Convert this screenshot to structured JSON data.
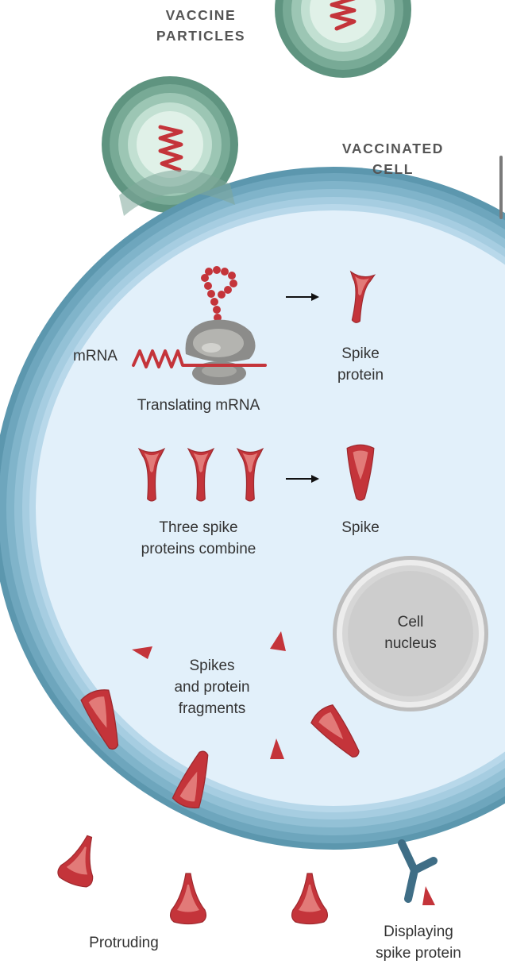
{
  "labels": {
    "vaccine_particles": [
      "VACCINE",
      "PARTICLES"
    ],
    "vaccinated_cell": [
      "VACCINATED",
      "CELL"
    ],
    "mrna": "mRNA",
    "translating_mrna": "Translating mRNA",
    "spike_protein": [
      "Spike",
      "protein"
    ],
    "three_spike_proteins": [
      "Three spike",
      "proteins combine"
    ],
    "spike": "Spike",
    "cell_nucleus": [
      "Cell",
      "nucleus"
    ],
    "spikes_fragments": [
      "Spikes",
      "and protein",
      "fragments"
    ],
    "protruding": "Protruding",
    "displaying": [
      "Displaying",
      "spike protein"
    ]
  },
  "colors": {
    "membrane_outer": "#5c97ae",
    "membrane_inner": "#b8d8ea",
    "cytoplasm": "#e2f0fa",
    "vaccine_particle": "#5f9480",
    "spike_red": "#c4343a",
    "spike_inner": "#e27a78",
    "ribosome": "#8c8c8a",
    "nucleus": "#d4d4d4",
    "antibody": "#3f6e86"
  },
  "icons": {
    "arrow_1": "right-arrow-icon",
    "arrow_2": "right-arrow-icon"
  }
}
